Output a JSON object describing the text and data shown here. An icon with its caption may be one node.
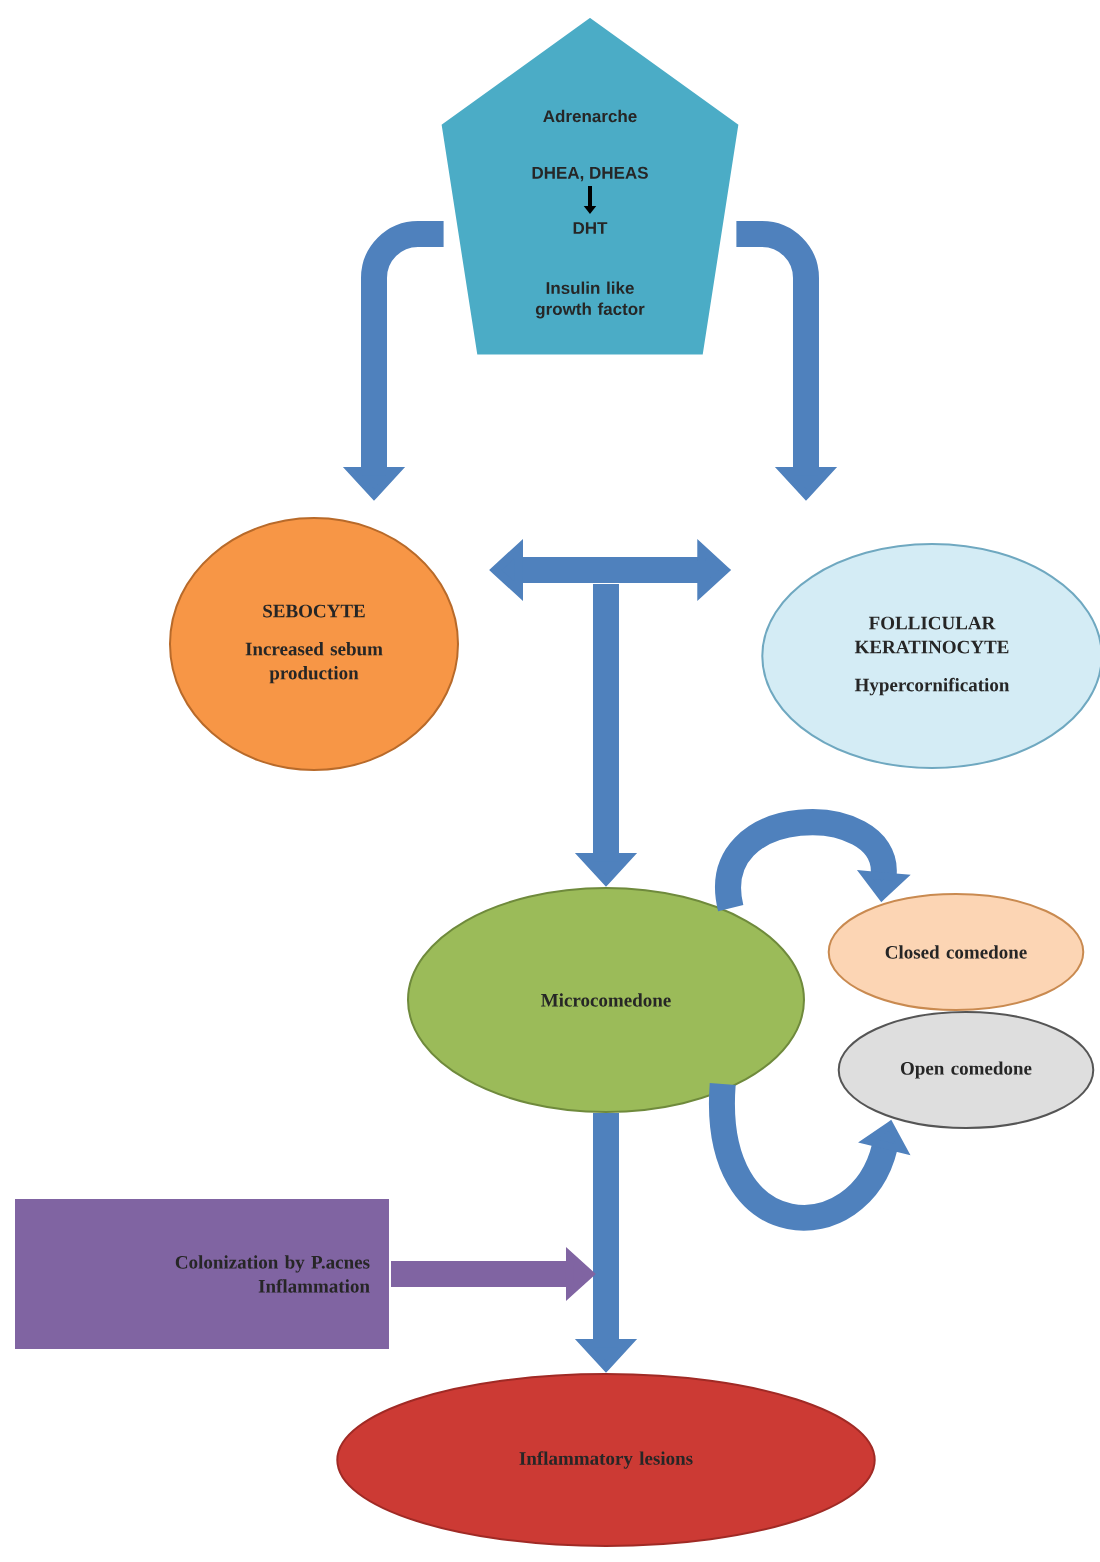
{
  "diagram": {
    "nodes": [
      {
        "text": [
          "Adrenarche",
          "DHEA, DHEAS",
          "DHT",
          "Insulin like growth factor"
        ]
      },
      {
        "text": [
          "SEBOCYTE",
          "Increased sebum production"
        ]
      },
      {
        "text": [
          "FOLLICULAR KERATINOCYTE",
          "Hypercornification"
        ]
      },
      {
        "text": [
          "Microcomedone"
        ]
      },
      {
        "text": [
          "Closed comedone"
        ]
      },
      {
        "text": [
          "Open comedone"
        ]
      },
      {
        "text": [
          "Colonization by P.acnes",
          "Inflammation"
        ]
      },
      {
        "text": [
          "Inflammatory lesions"
        ]
      }
    ],
    "edges": [
      {
        "from": 0,
        "to": 1,
        "arrow": "to"
      },
      {
        "from": 0,
        "to": 2,
        "arrow": "to"
      },
      {
        "from": 1,
        "to": 2,
        "arrow": "both"
      },
      {
        "from": null,
        "to": 3,
        "arrow": "to"
      },
      {
        "from": 3,
        "to": 4,
        "arrow": "to"
      },
      {
        "from": 3,
        "to": 5,
        "arrow": "to"
      },
      {
        "from": 3,
        "to": 7,
        "arrow": "to"
      },
      {
        "from": 6,
        "to": null,
        "arrow": "to",
        "color": "#8064a2"
      }
    ]
  }
}
